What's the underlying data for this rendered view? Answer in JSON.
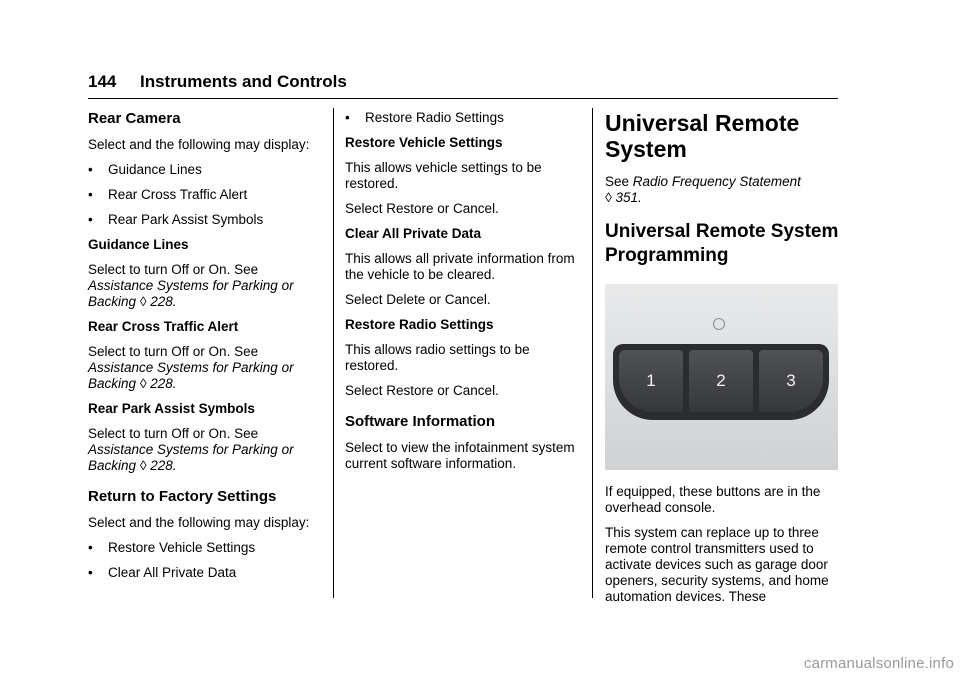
{
  "header": {
    "page_number": "144",
    "section": "Instruments and Controls"
  },
  "col1": {
    "rear_camera": {
      "title": "Rear Camera",
      "intro": "Select and the following may display:",
      "bullets": [
        "Guidance Lines",
        "Rear Cross Traffic Alert",
        "Rear Park Assist Symbols"
      ],
      "guidance": {
        "title": "Guidance Lines",
        "text": "Select to turn Off or On. See",
        "ref": "Assistance Systems for Parking or Backing",
        "arrow": "◊",
        "page": "228."
      },
      "cross": {
        "title": "Rear Cross Traffic Alert",
        "text": "Select to turn Off or On. See",
        "ref": "Assistance Systems for Parking or Backing",
        "arrow": "◊",
        "page": "228."
      },
      "park": {
        "title": "Rear Park Assist Symbols",
        "text": "Select to turn Off or On. See",
        "ref": "Assistance Systems for Parking or Backing",
        "arrow": "◊",
        "page": "228."
      }
    },
    "factory": {
      "title": "Return to Factory Settings",
      "intro": "Select and the following may display:",
      "bullets": [
        "Restore Vehicle Settings",
        "Clear All Private Data"
      ]
    }
  },
  "col2": {
    "bullet": "Restore Radio Settings",
    "vehicle": {
      "title": "Restore Vehicle Settings",
      "text": "This allows vehicle settings to be restored.",
      "action": "Select Restore or Cancel."
    },
    "private": {
      "title": "Clear All Private Data",
      "text": "This allows all private information from the vehicle to be cleared.",
      "action": "Select Delete or Cancel."
    },
    "radio": {
      "title": "Restore Radio Settings",
      "text": "This allows radio settings to be restored.",
      "action": "Select Restore or Cancel."
    },
    "software": {
      "title": "Software Information",
      "text": "Select to view the infotainment system current software information."
    }
  },
  "col3": {
    "title_line1": "Universal Remote",
    "title_line2": "System",
    "see": "See",
    "see_ref": "Radio Frequency Statement",
    "arrow": "◊",
    "see_page": "351.",
    "prog_line1": "Universal Remote System",
    "prog_line2": "Programming",
    "buttons": [
      "1",
      "2",
      "3"
    ],
    "caption": "If equipped, these buttons are in the overhead console.",
    "body": "This system can replace up to three remote control transmitters used to activate devices such as garage door openers, security systems, and home automation devices. These"
  },
  "watermark": "carmanualsonline.info"
}
